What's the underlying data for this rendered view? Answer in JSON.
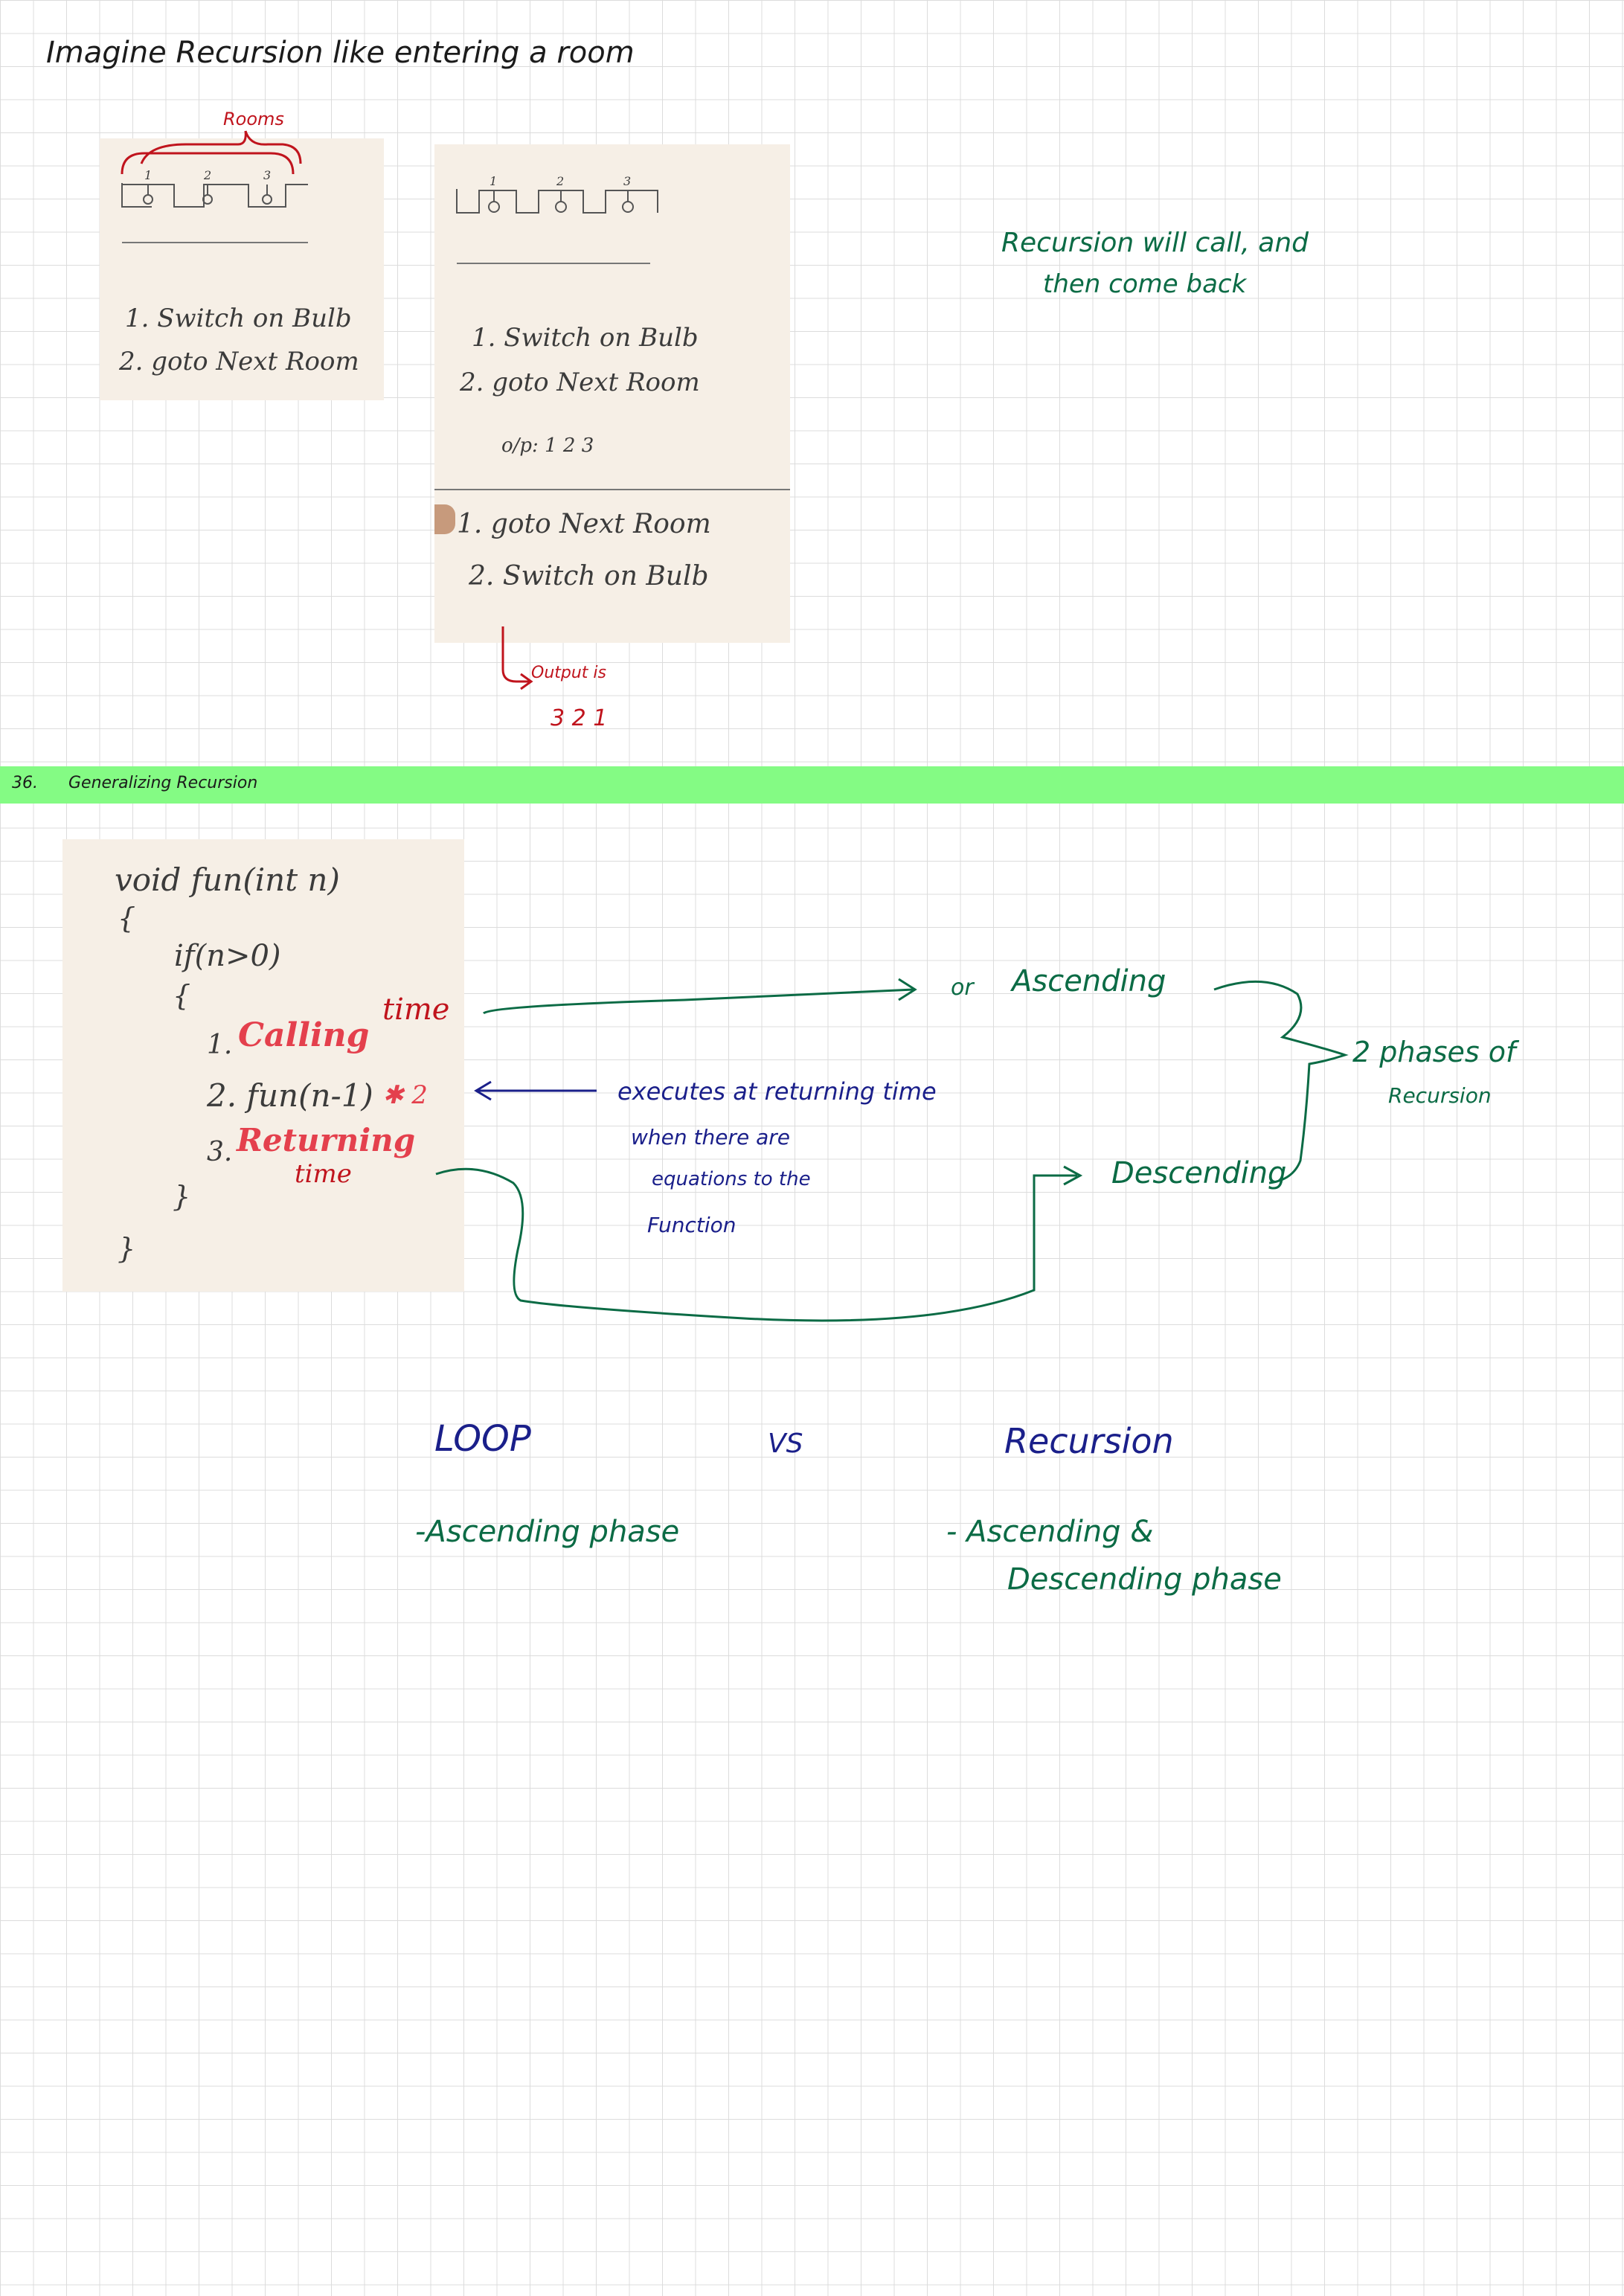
{
  "top": {
    "title": "Imagine Recursion like entering a room"
  },
  "photo1": {
    "rooms_label": "Rooms",
    "room_numbers": [
      "1",
      "2",
      "3"
    ],
    "steps": [
      "1. Switch on Bulb",
      "2. goto Next Room"
    ]
  },
  "photo2": {
    "room_numbers": [
      "1",
      "2",
      "3"
    ],
    "steps_a": [
      "1. Switch on Bulb",
      "2. goto Next Room"
    ],
    "output_a": "o/p: 1 2 3",
    "steps_b": [
      "1. goto Next Room",
      "2. Switch on Bulb"
    ]
  },
  "annotations": {
    "output_is": "Output is",
    "output_value": "3 2 1",
    "recursion_note_line1": "Recursion will call, and",
    "recursion_note_line2": "then come back"
  },
  "banner": {
    "number": "36.",
    "title": "Generalizing Recursion"
  },
  "code_photo": {
    "lines": [
      "void fun(int n)",
      "{",
      "if(n>0)",
      "{",
      "1.",
      "2. fun(n-1)",
      "3.",
      "}",
      "}"
    ],
    "calling": "Calling",
    "calling_time": "time",
    "star_two": "✱ 2",
    "returning": "Returning",
    "returning_time": "time"
  },
  "phases": {
    "or": "or",
    "ascending": "Ascending",
    "descending": "Descending",
    "two_phases_line1": "2 phases of",
    "two_phases_line2": "Recursion"
  },
  "executes_note": {
    "line1": "executes at returning time",
    "line2": "when there are",
    "line3": "equations to the",
    "line4": "Function"
  },
  "comparison": {
    "loop": "LOOP",
    "vs": "VS",
    "recursion": "Recursion",
    "loop_point": "-Ascending phase",
    "recursion_point_line1": "- Ascending &",
    "recursion_point_line2": "Descending phase"
  },
  "colors": {
    "green_ink": "#0b6b45",
    "blue_ink": "#1a1f8a",
    "red_ink": "#c0141d",
    "banner": "#84fb84",
    "photo_bg": "#f6efe6"
  }
}
